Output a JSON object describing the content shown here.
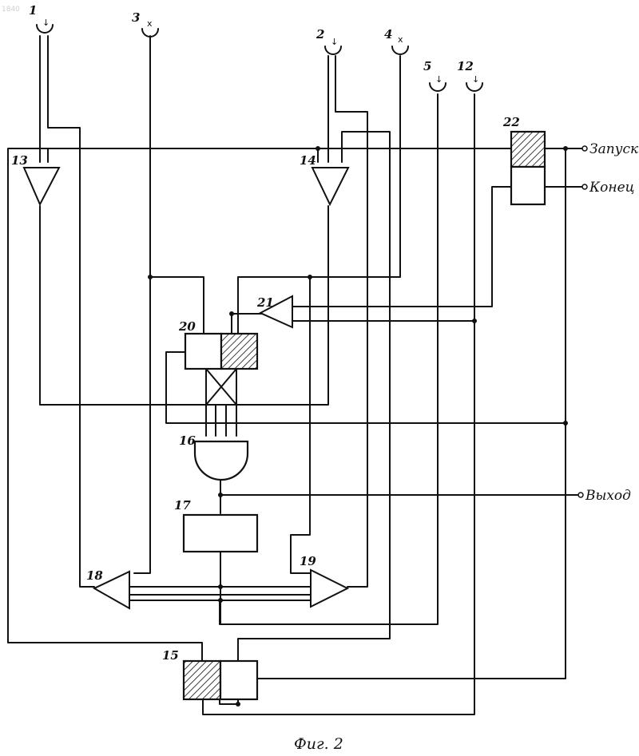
{
  "corner_text": "1840",
  "caption": "Фиг. 2",
  "terminals": {
    "start": "Запуск",
    "end": "Конец",
    "output": "Выход"
  },
  "sensors": [
    {
      "id": "1",
      "symbol": "↓"
    },
    {
      "id": "3",
      "symbol": "x"
    },
    {
      "id": "2",
      "symbol": "↓"
    },
    {
      "id": "4",
      "symbol": "x"
    },
    {
      "id": "5",
      "symbol": "↓"
    },
    {
      "id": "12",
      "symbol": "↓"
    }
  ],
  "blocks": [
    "13",
    "14",
    "15",
    "16",
    "17",
    "18",
    "19",
    "20",
    "21",
    "22"
  ],
  "colors": {
    "ink": "#111111",
    "paper": "#ffffff"
  }
}
